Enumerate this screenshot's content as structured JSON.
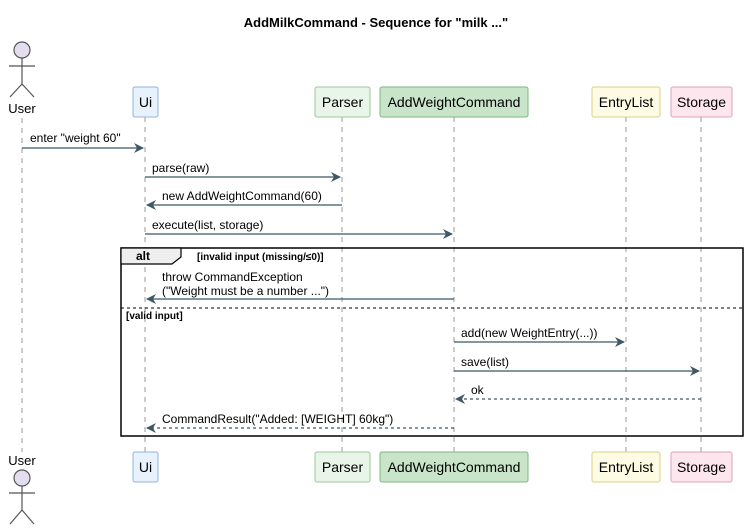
{
  "title": "AddMilkCommand - Sequence for \"milk ...\"",
  "actor": {
    "label": "User"
  },
  "participants": [
    {
      "id": "ui",
      "label": "Ui",
      "fill": "#e8f2fd",
      "stroke": "#8fb4dc"
    },
    {
      "id": "parser",
      "label": "Parser",
      "fill": "#e9f5e9",
      "stroke": "#9ac99a"
    },
    {
      "id": "awc",
      "label": "AddWeightCommand",
      "fill": "#c9e5c9",
      "stroke": "#7fb77f"
    },
    {
      "id": "entrylist",
      "label": "EntryList",
      "fill": "#fdfbe3",
      "stroke": "#d9d28a"
    },
    {
      "id": "storage",
      "label": "Storage",
      "fill": "#fde6ee",
      "stroke": "#dfa3b8"
    }
  ],
  "messages": {
    "m1": "enter \"weight 60\"",
    "m2": "parse(raw)",
    "m3": "new AddWeightCommand(60)",
    "m4": "execute(list, storage)",
    "m5_line1": "throw CommandException",
    "m5_line2": "(\"Weight must be a number ...\")",
    "m6": "add(new WeightEntry(...))",
    "m7": "save(list)",
    "m8": "ok",
    "m9": "CommandResult(\"Added: [WEIGHT] 60kg\")"
  },
  "alt": {
    "keyword": "alt",
    "guard1": "[invalid input (missing/≤0)]",
    "guard2": "[valid input]"
  },
  "colors": {
    "lifeline": "#999999",
    "arrow": "#3f5866",
    "frame": "#000000"
  }
}
